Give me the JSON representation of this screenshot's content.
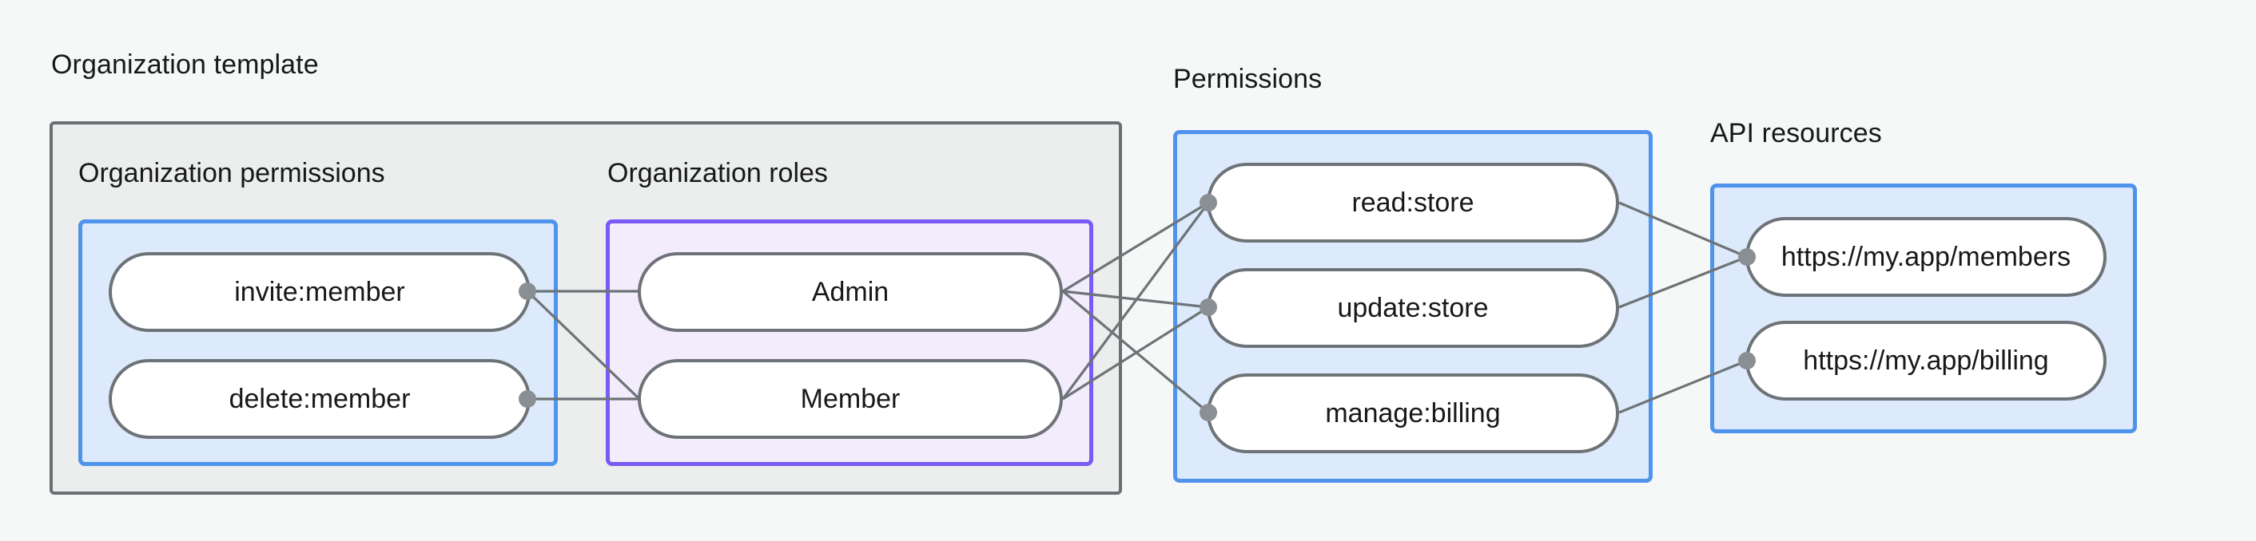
{
  "diagram": {
    "title_groups": [
      {
        "name": "organization-template",
        "label": "Organization template"
      },
      {
        "name": "permissions",
        "label": "Permissions"
      },
      {
        "name": "api-resources",
        "label": "API resources"
      }
    ],
    "subgroups": [
      {
        "name": "organization-permissions",
        "label": "Organization permissions"
      },
      {
        "name": "organization-roles",
        "label": "Organization roles"
      }
    ],
    "nodes": {
      "organization_permissions": [
        {
          "id": "invite-member",
          "label": "invite:member"
        },
        {
          "id": "delete-member",
          "label": "delete:member"
        }
      ],
      "organization_roles": [
        {
          "id": "admin",
          "label": "Admin"
        },
        {
          "id": "member",
          "label": "Member"
        }
      ],
      "permissions": [
        {
          "id": "read-store",
          "label": "read:store"
        },
        {
          "id": "update-store",
          "label": "update:store"
        },
        {
          "id": "manage-billing",
          "label": "manage:billing"
        }
      ],
      "api_resources": [
        {
          "id": "members-url",
          "label": "https://my.app/members"
        },
        {
          "id": "billing-url",
          "label": "https://my.app/billing"
        }
      ]
    },
    "edges": [
      {
        "from": "invite-member",
        "to": "admin"
      },
      {
        "from": "invite-member",
        "to": "member"
      },
      {
        "from": "delete-member",
        "to": "member"
      },
      {
        "from": "admin",
        "to": "read-store"
      },
      {
        "from": "admin",
        "to": "update-store"
      },
      {
        "from": "admin",
        "to": "manage-billing"
      },
      {
        "from": "member",
        "to": "read-store"
      },
      {
        "from": "member",
        "to": "update-store"
      },
      {
        "from": "read-store",
        "to": "members-url"
      },
      {
        "from": "update-store",
        "to": "members-url"
      },
      {
        "from": "manage-billing",
        "to": "billing-url"
      }
    ],
    "colors": {
      "background": "#f6f8f8",
      "group_gray_fill": "#eceded",
      "group_gray_border": "#6b6f72",
      "group_blue_fill": "#ddeafb",
      "group_blue_border": "#4f93ec",
      "group_purple_fill": "#f2ecfd",
      "group_purple_border": "#7a5af5",
      "node_fill": "#ffffff",
      "node_border": "#6e7377",
      "edge_stroke": "#6e7377",
      "edge_dot": "#8a8f93",
      "text": "#17181a"
    }
  }
}
